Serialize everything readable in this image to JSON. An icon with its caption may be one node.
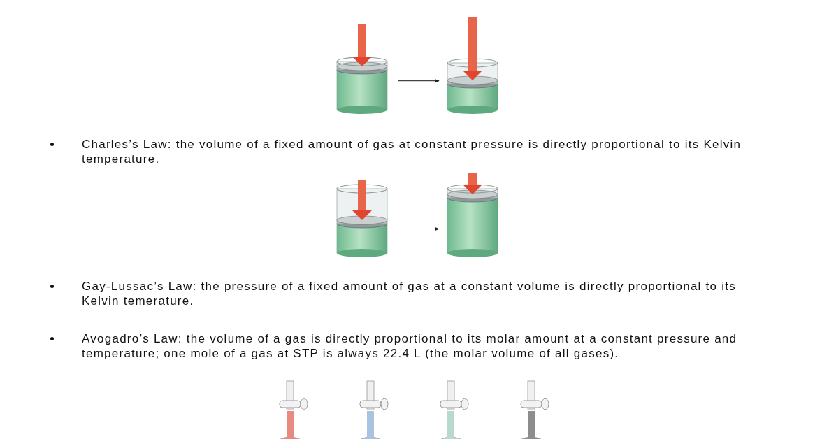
{
  "diagram": {
    "nodes": [
      {
        "text": [],
        "shape": "picture"
      },
      {
        "text": [],
        "shape": "picture"
      },
      {
        "text": [],
        "shape": "picture"
      },
      {
        "text": [],
        "shape": "picture"
      }
    ],
    "edges": [
      {
        "from": 0,
        "to": 1,
        "arrow": "to"
      },
      {
        "from": 2,
        "to": 3,
        "arrow": "to"
      }
    ],
    "labels": [
      "Charles’s Law:  the volume of a fixed amount of gas at constant pressure is directly proportional to its Kelvin temperature.",
      "Gay-Lussac’s Law:  the pressure of a fixed amount of gas at a constant volume is directly proportional to its Kelvin temerature.",
      "Avogadro’s Law:  the volume of a gas is directly proportional to its molar amount at a constant pressure and temperature;  one mole of a gas at STP is always 22.4 L (the molar volume of all gases)."
    ]
  }
}
